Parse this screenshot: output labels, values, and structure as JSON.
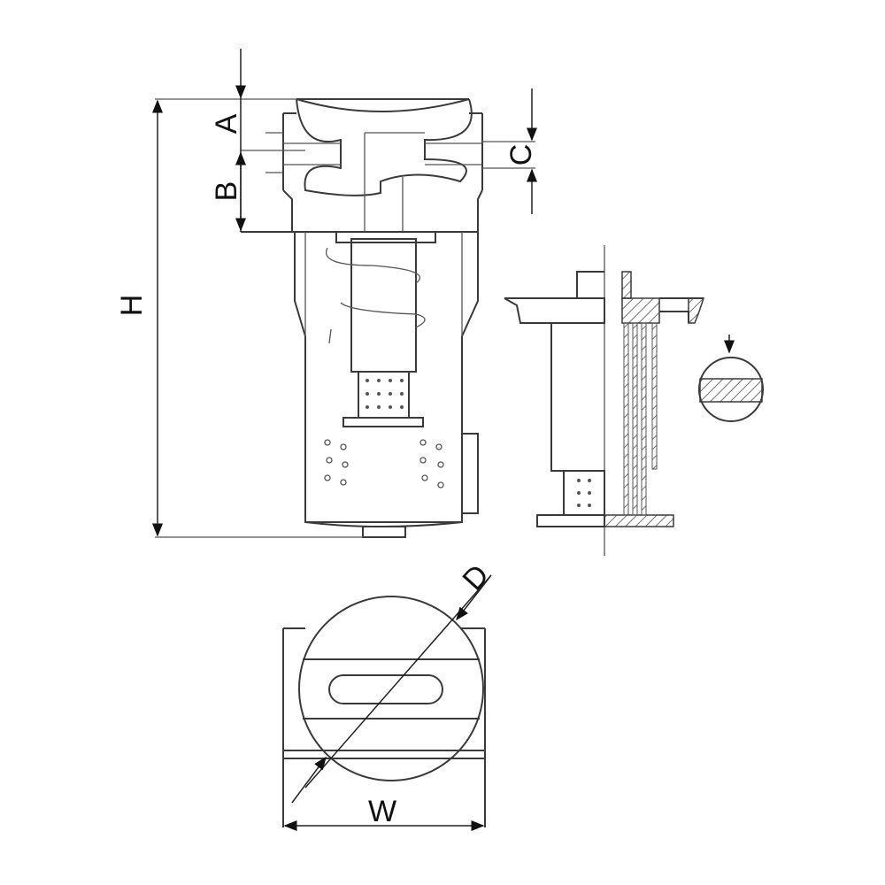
{
  "labels": {
    "a": "A",
    "b": "B",
    "c": "C",
    "h": "H",
    "d": "D",
    "w": "W"
  },
  "colors": {
    "line": "#3a3a3a",
    "background": "#ffffff"
  }
}
